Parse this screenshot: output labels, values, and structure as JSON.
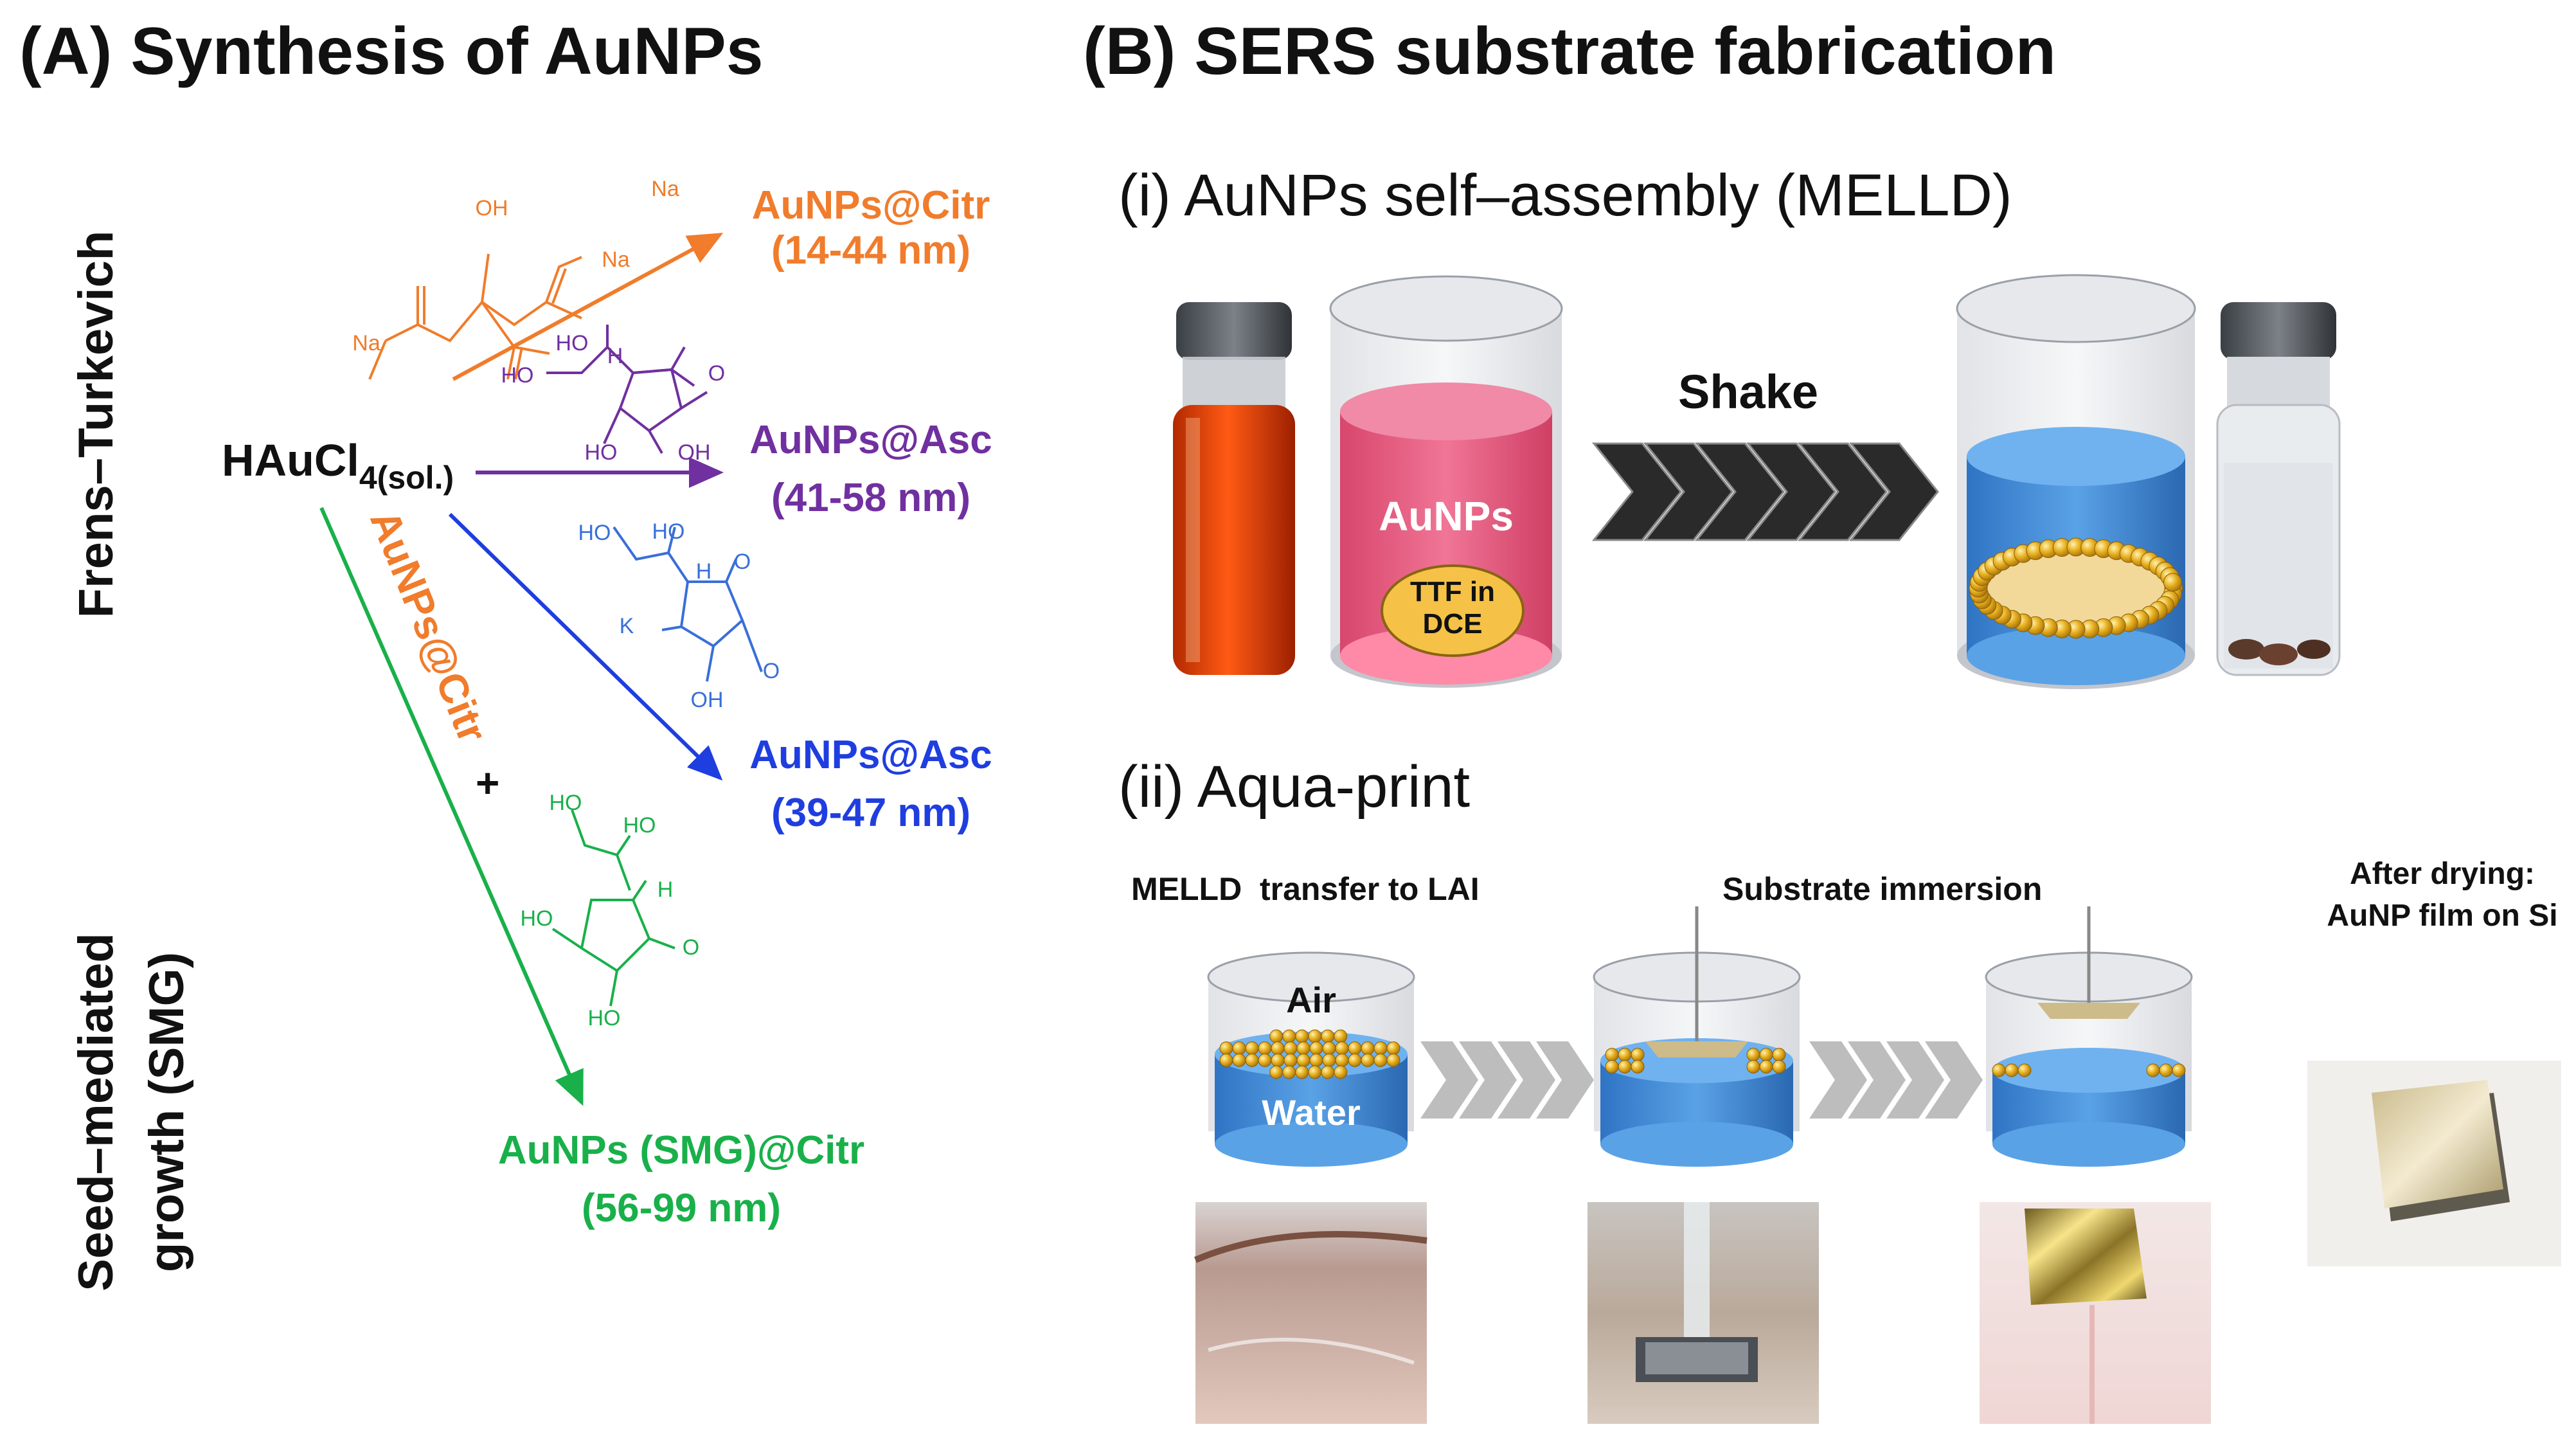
{
  "panel_a": {
    "title": "(A) Synthesis of AuNPs",
    "route_labels": {
      "frens": "Frens–Turkevich",
      "seed_line1": "Seed–mediated",
      "seed_line2": "growth (SMG)"
    },
    "precursor": {
      "main": "HAuCl",
      "sub": "4(sol.)"
    },
    "products": [
      {
        "name": "AuNPs@Citr",
        "size": "(14-44 nm)",
        "color": "#f07c2c"
      },
      {
        "name": "AuNPs@Asc",
        "size": "(41-58 nm)",
        "color": "#7030a0"
      },
      {
        "name": "AuNPs@Asc",
        "size": "(39-47 nm)",
        "color": "#1f3ee0"
      },
      {
        "name": "AuNPs (SMG)@Citr",
        "size": "(56-99 nm)",
        "color": "#19b04a"
      }
    ],
    "diagonal_label": "AuNPs@Citr",
    "plus": "+",
    "molecule_labels": {
      "citrate": [
        "OH",
        "Na",
        "Na",
        "Na"
      ],
      "ascorbic": [
        "HO",
        "H",
        "HO",
        "O",
        "HO",
        "OH"
      ],
      "ascorbate_k": [
        "HO",
        "HO",
        "H",
        "K",
        "O",
        "O",
        "OH"
      ],
      "ascorbic_smg": [
        "HO",
        "HO",
        "H",
        "HO",
        "O",
        "HO"
      ]
    }
  },
  "panel_b": {
    "title": "(B) SERS substrate fabrication",
    "step_i": {
      "title": "(i) AuNPs self–assembly (MELLD)",
      "aunps_label": "AuNPs",
      "ttf_line1": "TTF in",
      "ttf_line2": "DCE",
      "shake_label": "Shake"
    },
    "step_ii": {
      "title": "(ii) Aqua-print",
      "captions": [
        "MELLD  transfer to LAI",
        "Substrate immersion"
      ],
      "after_line1": "After drying:",
      "after_line2": "AuNP film on Si",
      "air_label": "Air",
      "water_label": "Water"
    }
  },
  "colors": {
    "orange": "#f07c2c",
    "purple": "#7030a0",
    "blue": "#1f3ee0",
    "green": "#19b04a",
    "water": "#4a90d9",
    "aunps_pink": "#e0557a",
    "gold": "#e8b020"
  }
}
